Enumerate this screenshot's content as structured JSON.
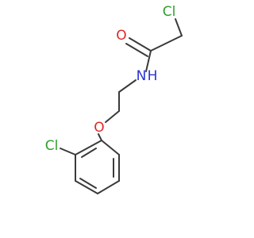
{
  "colors": {
    "background": "#ffffff",
    "bond": "#3a3a3a",
    "chlorine": "#2ca02c",
    "oxygen": "#e32626",
    "nitrogen": "#2a33d6"
  },
  "atoms": {
    "cl_acyl": "Cl",
    "o_carbonyl": "O",
    "n_amide": "N",
    "h_amide": "H",
    "o_ether": "O",
    "cl_aryl": "Cl"
  }
}
